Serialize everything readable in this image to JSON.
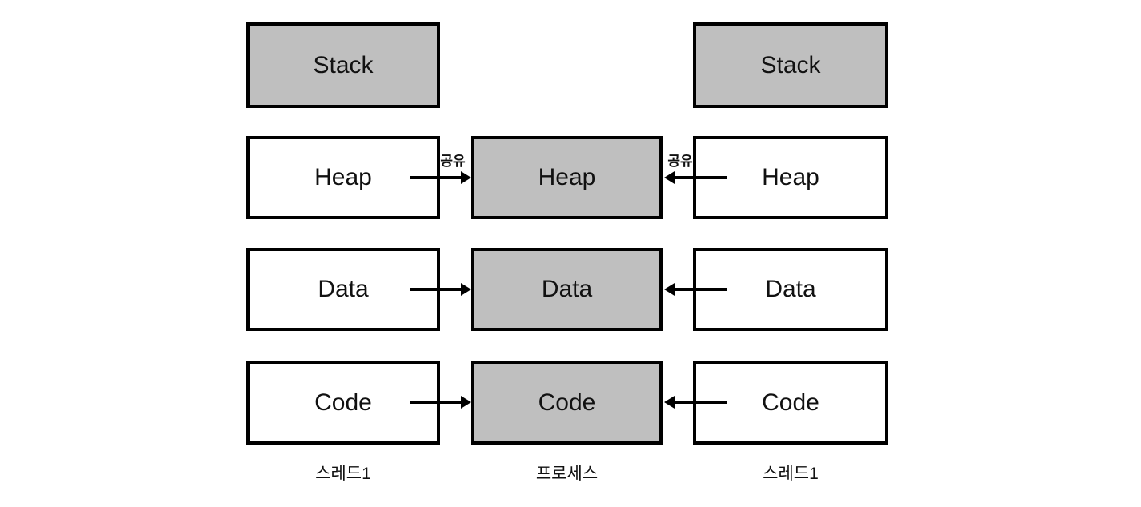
{
  "diagram": {
    "description": "Threads sharing Heap, Data, Code segments of a process",
    "columns": [
      {
        "id": "thread-left",
        "caption": "스레드1",
        "boxes": [
          {
            "label": "Stack",
            "fill": "gray"
          },
          {
            "label": "Heap",
            "fill": "white"
          },
          {
            "label": "Data",
            "fill": "white"
          },
          {
            "label": "Code",
            "fill": "white"
          }
        ]
      },
      {
        "id": "process",
        "caption": "프로세스",
        "boxes": [
          {
            "label": "Heap",
            "fill": "gray"
          },
          {
            "label": "Data",
            "fill": "gray"
          },
          {
            "label": "Code",
            "fill": "gray"
          }
        ]
      },
      {
        "id": "thread-right",
        "caption": "스레드1",
        "boxes": [
          {
            "label": "Stack",
            "fill": "gray"
          },
          {
            "label": "Heap",
            "fill": "white"
          },
          {
            "label": "Data",
            "fill": "white"
          },
          {
            "label": "Code",
            "fill": "white"
          }
        ]
      }
    ],
    "arrows": [
      {
        "row": "Heap",
        "from": "thread-left",
        "to": "process",
        "direction": "right",
        "label": "공유"
      },
      {
        "row": "Heap",
        "from": "thread-right",
        "to": "process",
        "direction": "left",
        "label": "공유"
      },
      {
        "row": "Data",
        "from": "thread-left",
        "to": "process",
        "direction": "right",
        "label": ""
      },
      {
        "row": "Data",
        "from": "thread-right",
        "to": "process",
        "direction": "left",
        "label": ""
      },
      {
        "row": "Code",
        "from": "thread-left",
        "to": "process",
        "direction": "right",
        "label": ""
      },
      {
        "row": "Code",
        "from": "thread-right",
        "to": "process",
        "direction": "left",
        "label": ""
      }
    ],
    "colors": {
      "background": "#ffffff",
      "box_fill_gray": "#bfbfbf",
      "box_fill_white": "#ffffff",
      "box_border": "#000000",
      "text": "#111111"
    }
  }
}
